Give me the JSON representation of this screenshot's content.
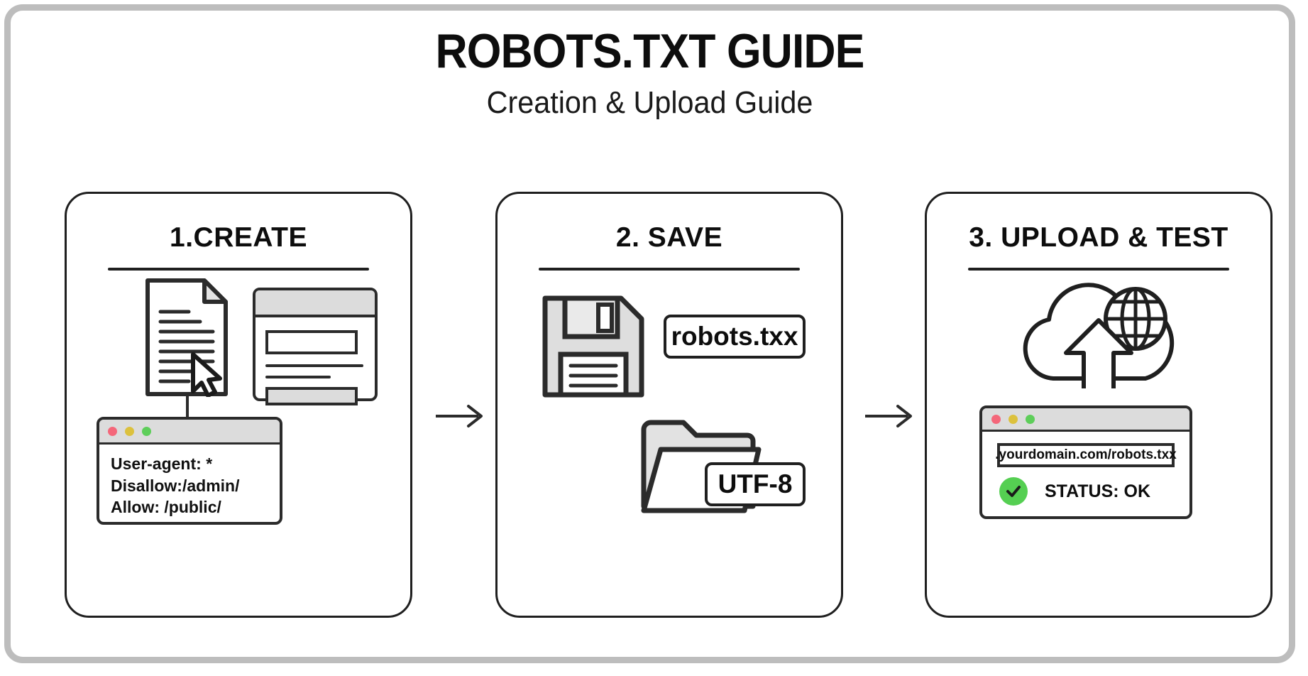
{
  "header": {
    "title": "ROBOTS.TXT GUIDE",
    "subtitle": "Creation & Upload Guide"
  },
  "steps": [
    {
      "title": "1.CREATE",
      "code_lines": [
        "User-agent: *",
        "Disallow:/admin/",
        "Allow: /public/"
      ],
      "icons": [
        "document-icon",
        "cursor-icon",
        "browser-window-icon",
        "terminal-window-icon"
      ]
    },
    {
      "title": "2. SAVE",
      "filename_tag": "robots.txx",
      "encoding_tag": "UTF-8",
      "icons": [
        "floppy-disk-icon",
        "folder-icon"
      ]
    },
    {
      "title": "3. UPLOAD & TEST",
      "url": ".yourdomain.com/robots.txx",
      "status": "STATUS: OK",
      "icons": [
        "cloud-upload-icon",
        "globe-icon",
        "check-circle-icon",
        "browser-window-icon"
      ]
    }
  ],
  "arrows": [
    "arrow-right-icon",
    "arrow-right-icon"
  ],
  "traffic_lights": [
    "red",
    "yellow",
    "green"
  ],
  "colors": {
    "frame_border": "#bdbdbd",
    "ink": "#1f1f1f",
    "panel_gray": "#dcdcdc",
    "status_green": "#55cf52",
    "dot_red": "#f4677a",
    "dot_yellow": "#dcc13d",
    "dot_green": "#5ece5a"
  }
}
